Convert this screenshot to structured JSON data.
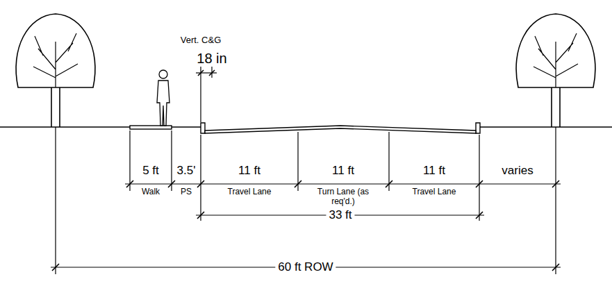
{
  "diagram": {
    "labels": [
      "Vert. C&G",
      "18 in",
      "5 ft",
      "3.5'",
      "11 ft",
      "11 ft",
      "11 ft",
      "varies",
      "Walk",
      "PS",
      "Travel Lane",
      "Turn Lane (as req'd.)",
      "Travel Lane",
      "33 ft",
      "60 ft ROW"
    ]
  }
}
